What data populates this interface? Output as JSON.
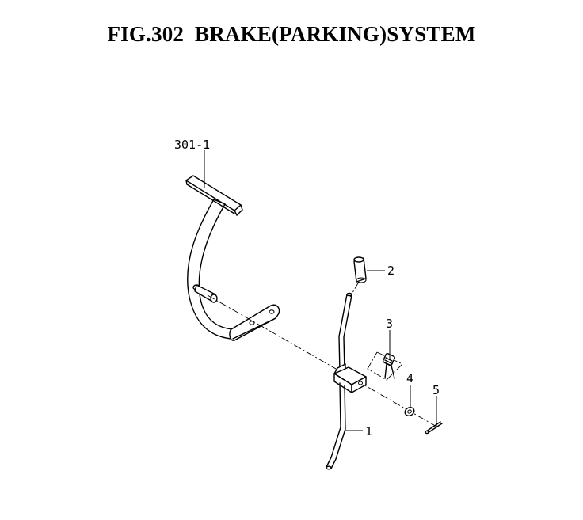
{
  "title": "FIG.302  BRAKE(PARKING)SYSTEM",
  "callouts": {
    "pedal": "301-1",
    "part_1": "1",
    "part_2": "2",
    "part_3": "3",
    "part_4": "4",
    "part_5": "5"
  }
}
